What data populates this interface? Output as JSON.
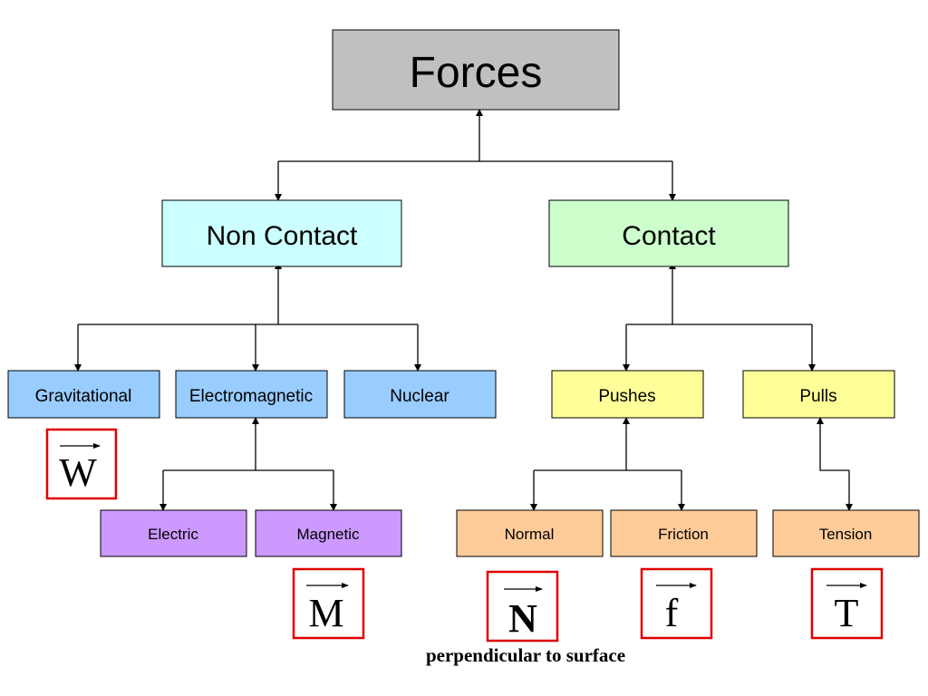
{
  "diagram": {
    "root": {
      "label": "Forces",
      "color": "#c0c0c0"
    },
    "level1": [
      {
        "label": "Non Contact",
        "color": "#ccffff"
      },
      {
        "label": "Contact",
        "color": "#ccffcc"
      }
    ],
    "level2": [
      {
        "label": "Gravitational",
        "color": "#99ccff"
      },
      {
        "label": "Electromagnetic",
        "color": "#99ccff"
      },
      {
        "label": "Nuclear",
        "color": "#99ccff"
      },
      {
        "label": "Pushes",
        "color": "#ffff99"
      },
      {
        "label": "Pulls",
        "color": "#ffff99"
      }
    ],
    "level3": [
      {
        "label": "Electric",
        "color": "#cc99ff"
      },
      {
        "label": "Magnetic",
        "color": "#cc99ff"
      },
      {
        "label": "Normal",
        "color": "#ffcc99"
      },
      {
        "label": "Friction",
        "color": "#ffcc99"
      },
      {
        "label": "Tension",
        "color": "#ffcc99"
      }
    ],
    "symbols": [
      {
        "letter": "W",
        "bold": false
      },
      {
        "letter": "M",
        "bold": false
      },
      {
        "letter": "N",
        "bold": true
      },
      {
        "letter": "f",
        "bold": false
      },
      {
        "letter": "T",
        "bold": false
      }
    ],
    "caption": "perpendicular to surface",
    "symbol_border_color": "#e00000",
    "line_color": "#000000"
  }
}
